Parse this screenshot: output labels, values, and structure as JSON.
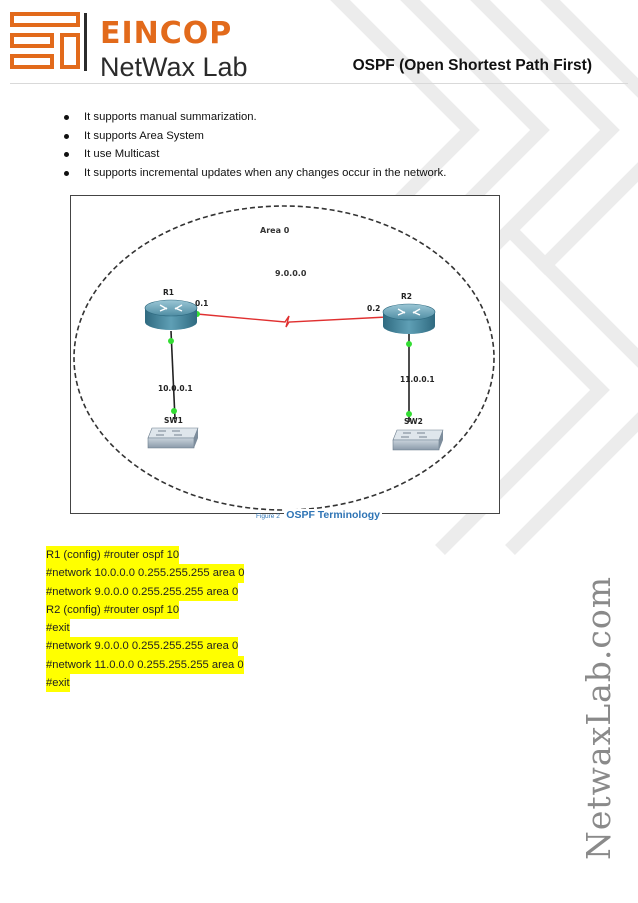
{
  "header": {
    "brand_top": "EINCOP",
    "brand_bottom": "NetWax Lab",
    "doc_title": "OSPF (Open Shortest Path First)"
  },
  "bullets": [
    "It supports manual summarization.",
    "It supports Area System",
    "It use Multicast",
    "It supports incremental updates when any changes occur in the network."
  ],
  "figure": {
    "area_label": "Area 0",
    "network_label": "9.0.0.0",
    "r1": {
      "name": "R1",
      "interface": "0.1",
      "lan": "10.0.0.1",
      "switch": "SW1"
    },
    "r2": {
      "name": "R2",
      "interface": "0.2",
      "lan": "11.0.0.1",
      "switch": "SW2"
    },
    "caption_number": "Figure 2",
    "caption_text": "OSPF Terminology"
  },
  "commands": [
    "R1 (config) #router ospf 10",
    "#network 10.0.0.0 0.255.255.255 area 0",
    "#network 9.0.0.0 0.255.255.255 area 0",
    "R2 (config) #router ospf 10",
    "#exit",
    "#network 9.0.0.0 0.255.255.255 area 0",
    "#network 11.0.0.0 0.255.255.255 area 0",
    "#exit"
  ],
  "side_watermark": "NetwaxLab.com",
  "colors": {
    "brand_orange": "#e26a1b",
    "highlight": "#ffff00",
    "caption_blue": "#2e74b5",
    "serial_link": "#e03030",
    "link_dot": "#33dd33"
  }
}
